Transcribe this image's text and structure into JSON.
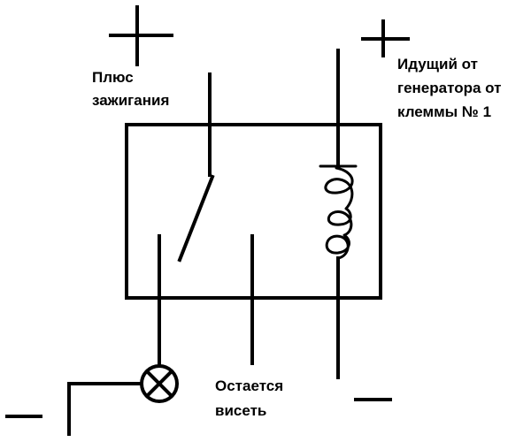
{
  "colors": {
    "ink": "#000000",
    "background": "#ffffff"
  },
  "labels": {
    "ignition_plus": [
      "Плюс",
      "зажигания"
    ],
    "generator_feed": [
      "Идущий от",
      "генератора от",
      "клеммы № 1"
    ],
    "left_floating": [
      "Остается",
      "висеть"
    ]
  },
  "symbols": {
    "plus_top": "+",
    "plus_right": "+",
    "minus_bottom_right": "−",
    "minus_bottom_left": "−"
  },
  "icons": {
    "lamp": "lamp-icon",
    "coil": "coil-icon",
    "switch": "switch-contact-icon"
  }
}
